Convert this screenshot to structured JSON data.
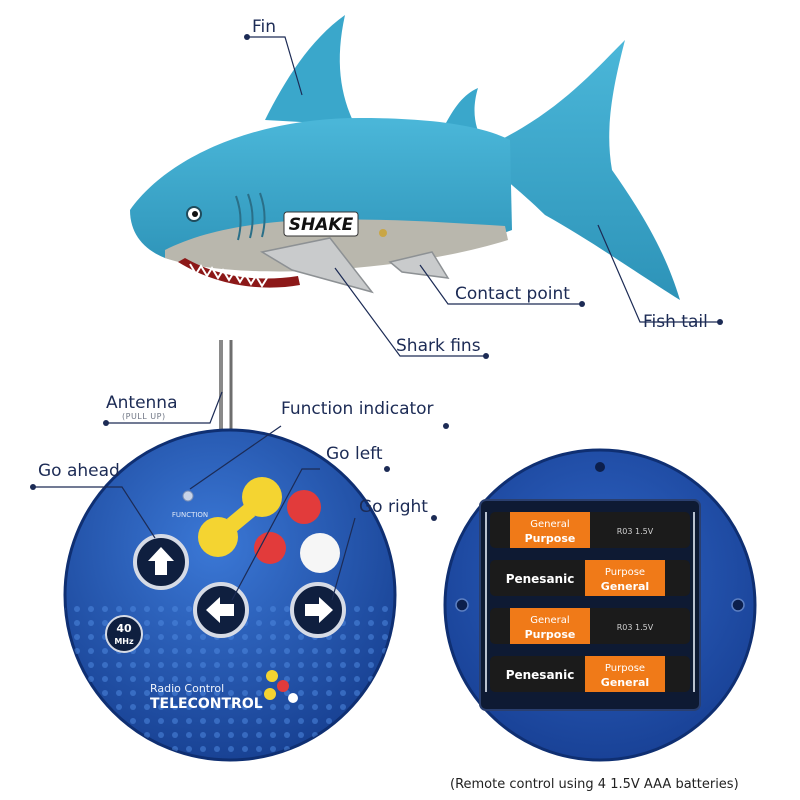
{
  "callouts": {
    "fin": "Fin",
    "contact_point": "Contact point",
    "fish_tail": "Fish tail",
    "shark_fins": "Shark fins",
    "antenna": "Antenna",
    "antenna_sub": "(PULL UP)",
    "function_indicator": "Function indicator",
    "go_ahead": "Go ahead",
    "go_left": "Go left",
    "go_right": "Go right"
  },
  "shark": {
    "body_label": "SHAKE"
  },
  "remote": {
    "function_label": "FUNCTION",
    "freq_value": "40",
    "freq_unit": "MHz",
    "brand_line1": "Radio Control",
    "brand_line2": "TELECONTROL"
  },
  "battery": {
    "brand": "Penesanic",
    "label_a": "General",
    "label_b": "Purpose",
    "spec": "R03 1.5V"
  },
  "caption": "(Remote control using 4 1.5V AAA batteries)",
  "colors": {
    "shark_body": "#3aa7cb",
    "shark_belly": "#b9b7ad",
    "remote_blue": "#1e4ea3",
    "battery_orange": "#f07a18",
    "callout_text": "#1c2b55"
  }
}
